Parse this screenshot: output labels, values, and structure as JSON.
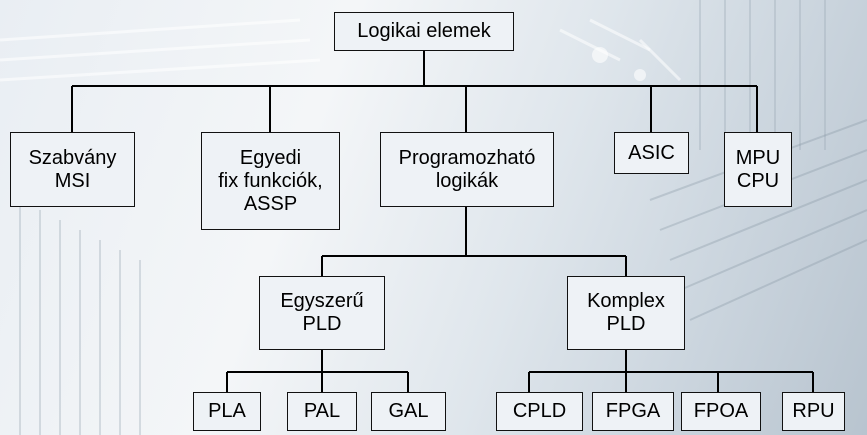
{
  "root": "Logikai elemek",
  "level1": [
    "Szabvány\nMSI",
    "Egyedi\nfix funkciók,\nASSP",
    "Programozható\nlogikák",
    "ASIC",
    "MPU\nCPU"
  ],
  "level2": [
    "Egyszerű\nPLD",
    "Komplex\nPLD"
  ],
  "simple_pld": [
    "PLA",
    "PAL",
    "GAL"
  ],
  "complex_pld": [
    "CPLD",
    "FPGA",
    "FPOA",
    "RPU"
  ]
}
